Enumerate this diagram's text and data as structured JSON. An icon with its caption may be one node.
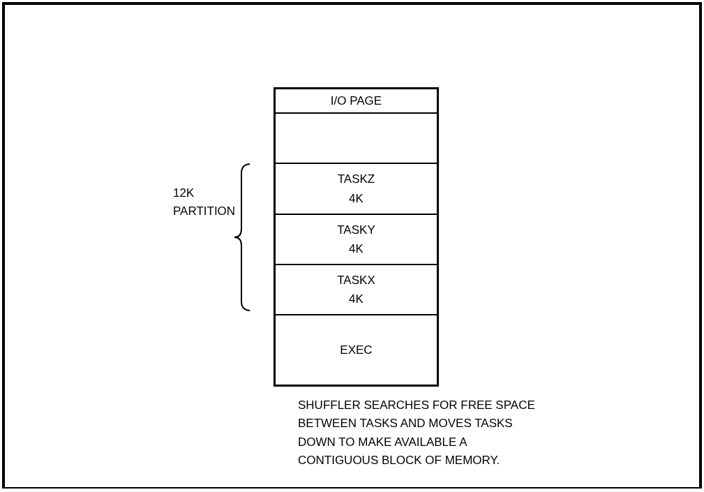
{
  "diagram": {
    "caption": "SHUFFLER SEARCHES FOR FREE SPACE BETWEEN TASKS AND MOVES TASKS DOWN TO MAKE AVAILABLE A CONTIGUOUS BLOCK OF MEMORY.",
    "nodes": [
      {
        "text": [],
        "shape": "box"
      },
      {
        "text": [
          "I/O PAGE"
        ],
        "in": 0
      },
      {
        "text": [],
        "shape": "box",
        "in": 0
      },
      {
        "text": [
          "TASKZ",
          "4K"
        ],
        "in": 0
      },
      {
        "text": [
          "TASKY",
          "4K"
        ],
        "in": 0
      },
      {
        "text": [
          "TASKX",
          "4K"
        ],
        "in": 0
      },
      {
        "text": [
          "EXEC"
        ],
        "in": 0
      }
    ],
    "labels": [
      "12K PARTITION"
    ]
  }
}
